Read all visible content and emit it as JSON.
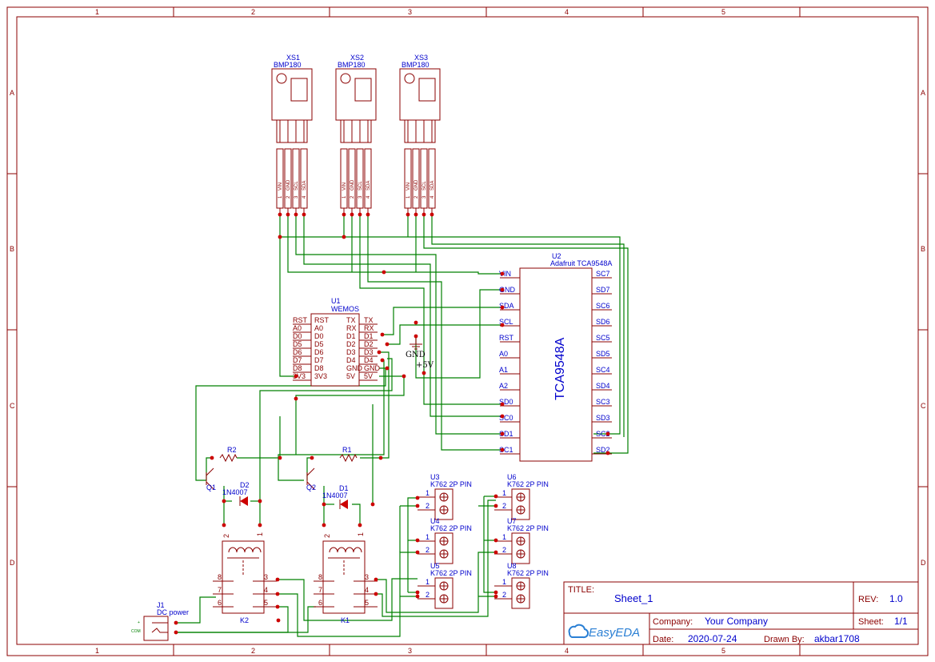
{
  "border": {
    "columns": [
      "1",
      "2",
      "3",
      "4",
      "5"
    ],
    "rows": [
      "A",
      "B",
      "C",
      "D"
    ]
  },
  "sensors": [
    {
      "ref": "XS1",
      "value": "BMP180",
      "pins": [
        "VIN",
        "GND",
        "SCL",
        "SDA"
      ]
    },
    {
      "ref": "XS2",
      "value": "BMP180",
      "pins": [
        "VIN",
        "GND",
        "SCL",
        "SDA"
      ]
    },
    {
      "ref": "XS3",
      "value": "BMP180",
      "pins": [
        "VIN",
        "GND",
        "SCL",
        "SDA"
      ]
    }
  ],
  "wemos": {
    "ref": "U1",
    "value": "WEMOS",
    "left_ext": [
      "RST",
      "A0",
      "D0",
      "D5",
      "D6",
      "D7",
      "D8",
      "3V3"
    ],
    "left_int": [
      "RST",
      "A0",
      "D0",
      "D5",
      "D6",
      "D7",
      "D8",
      "3V3"
    ],
    "right_int": [
      "TX",
      "RX",
      "D1",
      "D2",
      "D3",
      "D4",
      "GND",
      "5V"
    ],
    "right_ext": [
      "TX",
      "RX",
      "D1",
      "D2",
      "D3",
      "D4",
      "GND",
      "5V"
    ]
  },
  "mux": {
    "ref": "U2",
    "value": "Adafruit TCA9548A",
    "name": "TCA9548A",
    "left_pins": [
      "VIN",
      "GND",
      "SDA",
      "SCL",
      "RST",
      "A0",
      "A1",
      "A2",
      "SD0",
      "SC0",
      "SD1",
      "SC1"
    ],
    "right_pins": [
      "SC7",
      "SD7",
      "SC6",
      "SD6",
      "SC5",
      "SD5",
      "SC4",
      "SD4",
      "SC3",
      "SD3",
      "SC2",
      "SD2"
    ]
  },
  "power_symbols": {
    "gnd": "GND",
    "vcc": "+5V"
  },
  "resistors": [
    {
      "ref": "R2"
    },
    {
      "ref": "R1"
    }
  ],
  "transistors": [
    {
      "ref": "Q1"
    },
    {
      "ref": "Q2"
    }
  ],
  "diodes": [
    {
      "ref": "D2",
      "value": "1N4007"
    },
    {
      "ref": "D1",
      "value": "1N4007"
    }
  ],
  "relays": [
    {
      "ref": "K2",
      "pins": [
        "1",
        "2",
        "3",
        "4",
        "5",
        "6",
        "7",
        "8"
      ]
    },
    {
      "ref": "K1",
      "pins": [
        "1",
        "2",
        "3",
        "4",
        "5",
        "6",
        "7",
        "8"
      ]
    }
  ],
  "terminals": [
    {
      "ref": "U3",
      "value": "K762 2P PIN"
    },
    {
      "ref": "U4",
      "value": "K762 2P PIN"
    },
    {
      "ref": "U5",
      "value": "K762 2P PIN"
    },
    {
      "ref": "U6",
      "value": "K762 2P PIN"
    },
    {
      "ref": "U7",
      "value": "K762 2P PIN"
    },
    {
      "ref": "U8",
      "value": "K762 2P PIN"
    }
  ],
  "terminal_pins": [
    "1",
    "2"
  ],
  "dc_jack": {
    "ref": "J1",
    "value": "DC power",
    "pin_plus": "+",
    "pin_com": "COM"
  },
  "title_block": {
    "title_label": "TITLE:",
    "title": "Sheet_1",
    "rev_label": "REV:",
    "rev": "1.0",
    "company_label": "Company:",
    "company": "Your Company",
    "sheet_label": "Sheet:",
    "sheet": "1/1",
    "date_label": "Date:",
    "date": "2020-07-24",
    "drawn_label": "Drawn By:",
    "drawn_by": "akbar1708",
    "logo_text": "EasyEDA"
  }
}
